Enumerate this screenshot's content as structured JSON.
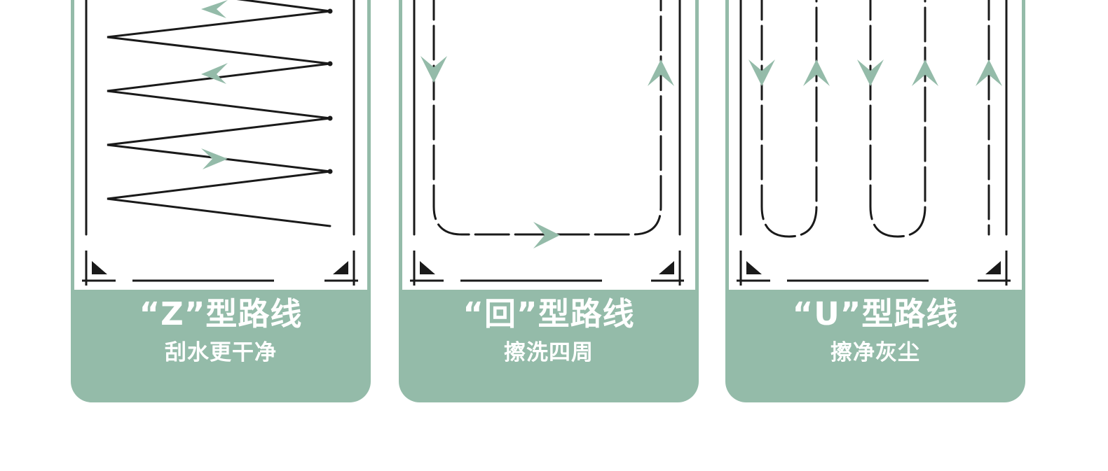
{
  "accent_color": "#94bba9",
  "line_color": "#1a1a1a",
  "cards": [
    {
      "id": "z",
      "title": "“Z”型路线",
      "subtitle": "刮水更干净",
      "path_icon": "zigzag-path-diagram"
    },
    {
      "id": "hui",
      "title": "“回”型路线",
      "subtitle": "擦洗四周",
      "path_icon": "loop-path-diagram"
    },
    {
      "id": "u",
      "title": "“U”型路线",
      "subtitle": "擦净灰尘",
      "path_icon": "u-path-diagram"
    }
  ]
}
